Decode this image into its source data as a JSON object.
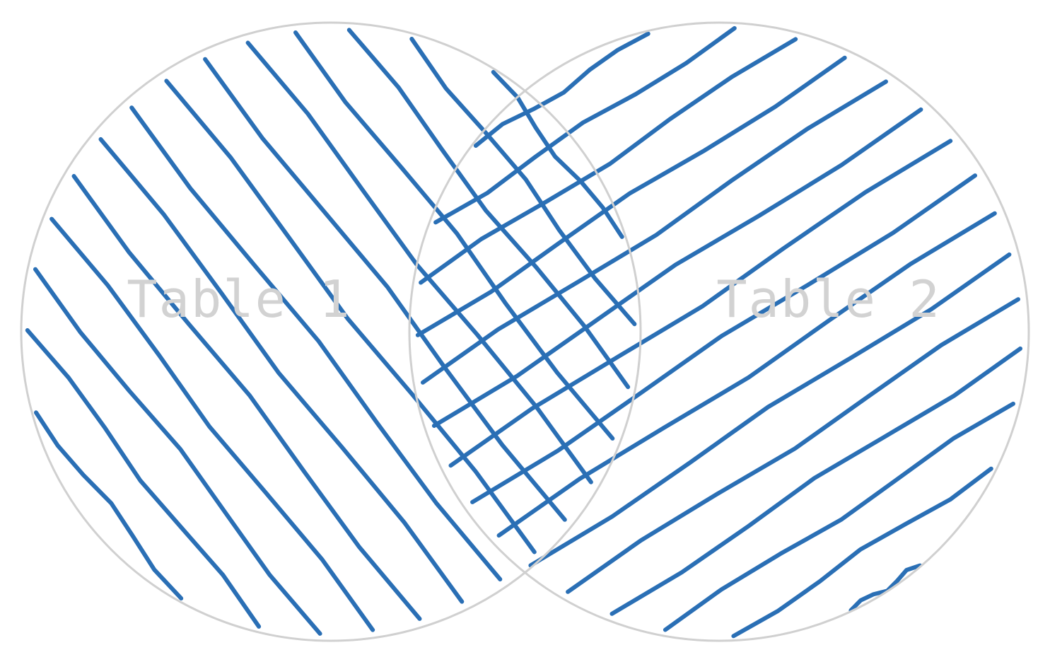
{
  "diagram": {
    "type": "venn",
    "sets": [
      {
        "id": "table1",
        "label": "Table 1",
        "filled": true
      },
      {
        "id": "table2",
        "label": "Table 2",
        "filled": true
      }
    ],
    "intersection_filled": true,
    "colors": {
      "fill_hatch": "#2a6fb5",
      "outline": "#d0d0d0",
      "label": "#d2d2d2",
      "background": "#ffffff"
    },
    "style": "hand-drawn hatch fill"
  }
}
